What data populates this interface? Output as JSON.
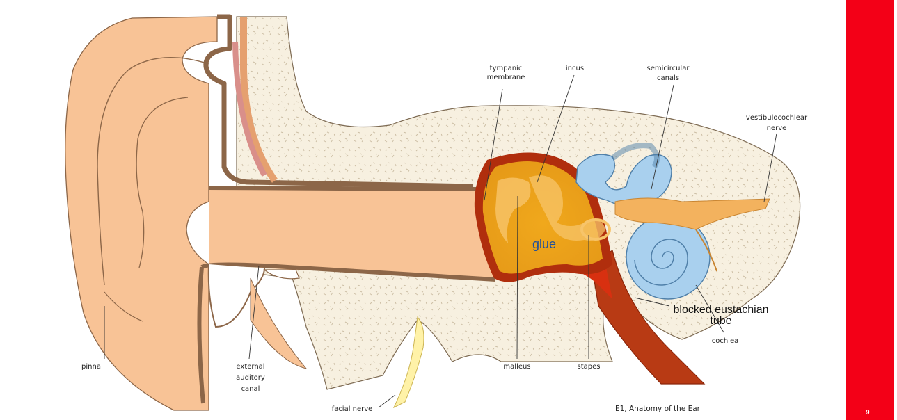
{
  "slide": {
    "page_number": "9",
    "accent_color": "#f30017"
  },
  "diagram": {
    "labels": {
      "tympanic_membrane": [
        "tympanic",
        "membrane"
      ],
      "incus": "incus",
      "semicircular_canals": [
        "semicircular",
        "canals"
      ],
      "vestibulocochlear_nerve": [
        "vestibulocochlear",
        "nerve"
      ],
      "glue": "glue",
      "blocked_eustachian_tube": [
        "blocked eustachian",
        "tube"
      ],
      "cochlea": "cochlea",
      "pinna": "pinna",
      "external_auditory_canal": [
        "external",
        "auditory",
        "canal"
      ],
      "malleus": "malleus",
      "stapes": "stapes",
      "facial_nerve": "facial nerve"
    },
    "caption": "E1, Anatomy of the Ear",
    "colors": {
      "skin": "#f8c396",
      "skin_edge": "#8c6648",
      "bone": "#f7f0e0",
      "middle_ear_wall": "#b02e0d",
      "glue": "#f1a01c",
      "glue_text": "#1f4f9c",
      "inner_ear": "#a9d0ee",
      "nerve": "#f3b25e",
      "blood_red": "#d83010"
    }
  }
}
